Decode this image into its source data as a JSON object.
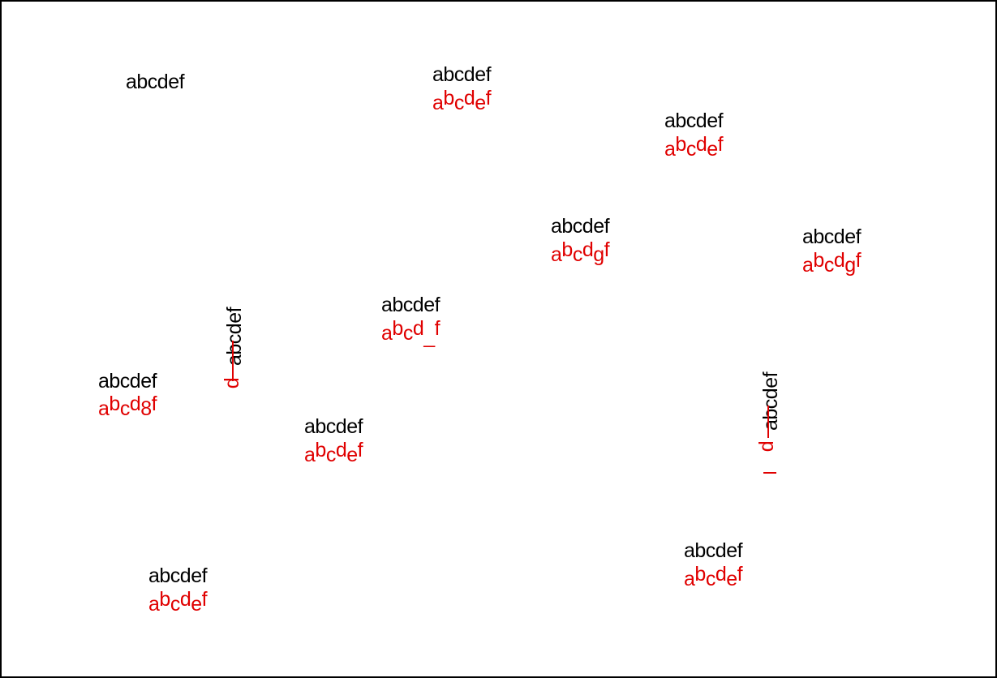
{
  "colors": {
    "background": "#ffffff",
    "border": "#000000",
    "black_text": "#000000",
    "red_text": "#e00000"
  },
  "labels": [
    {
      "black": "abcdef"
    },
    {
      "black": "abcdef",
      "red": "abcdef"
    },
    {
      "black": "abcdef",
      "red": "abcdef"
    },
    {
      "black": "abcdef",
      "red": "abcdgf"
    },
    {
      "black": "abcdef",
      "red": "abcdgf"
    },
    {
      "black": "abcdef",
      "red": "abcd_f"
    },
    {
      "black": "abcdef",
      "red": "abcd8f"
    },
    {
      "black": "abcdef",
      "red": "abcdef"
    },
    {
      "black": "abcdef",
      "red": "abcdef"
    },
    {
      "black": "abcdef",
      "red": "abcdef"
    }
  ],
  "vertical_labels": [
    {
      "black": "abcdef",
      "red": "d"
    },
    {
      "black": "abcdef",
      "red": "d"
    }
  ]
}
